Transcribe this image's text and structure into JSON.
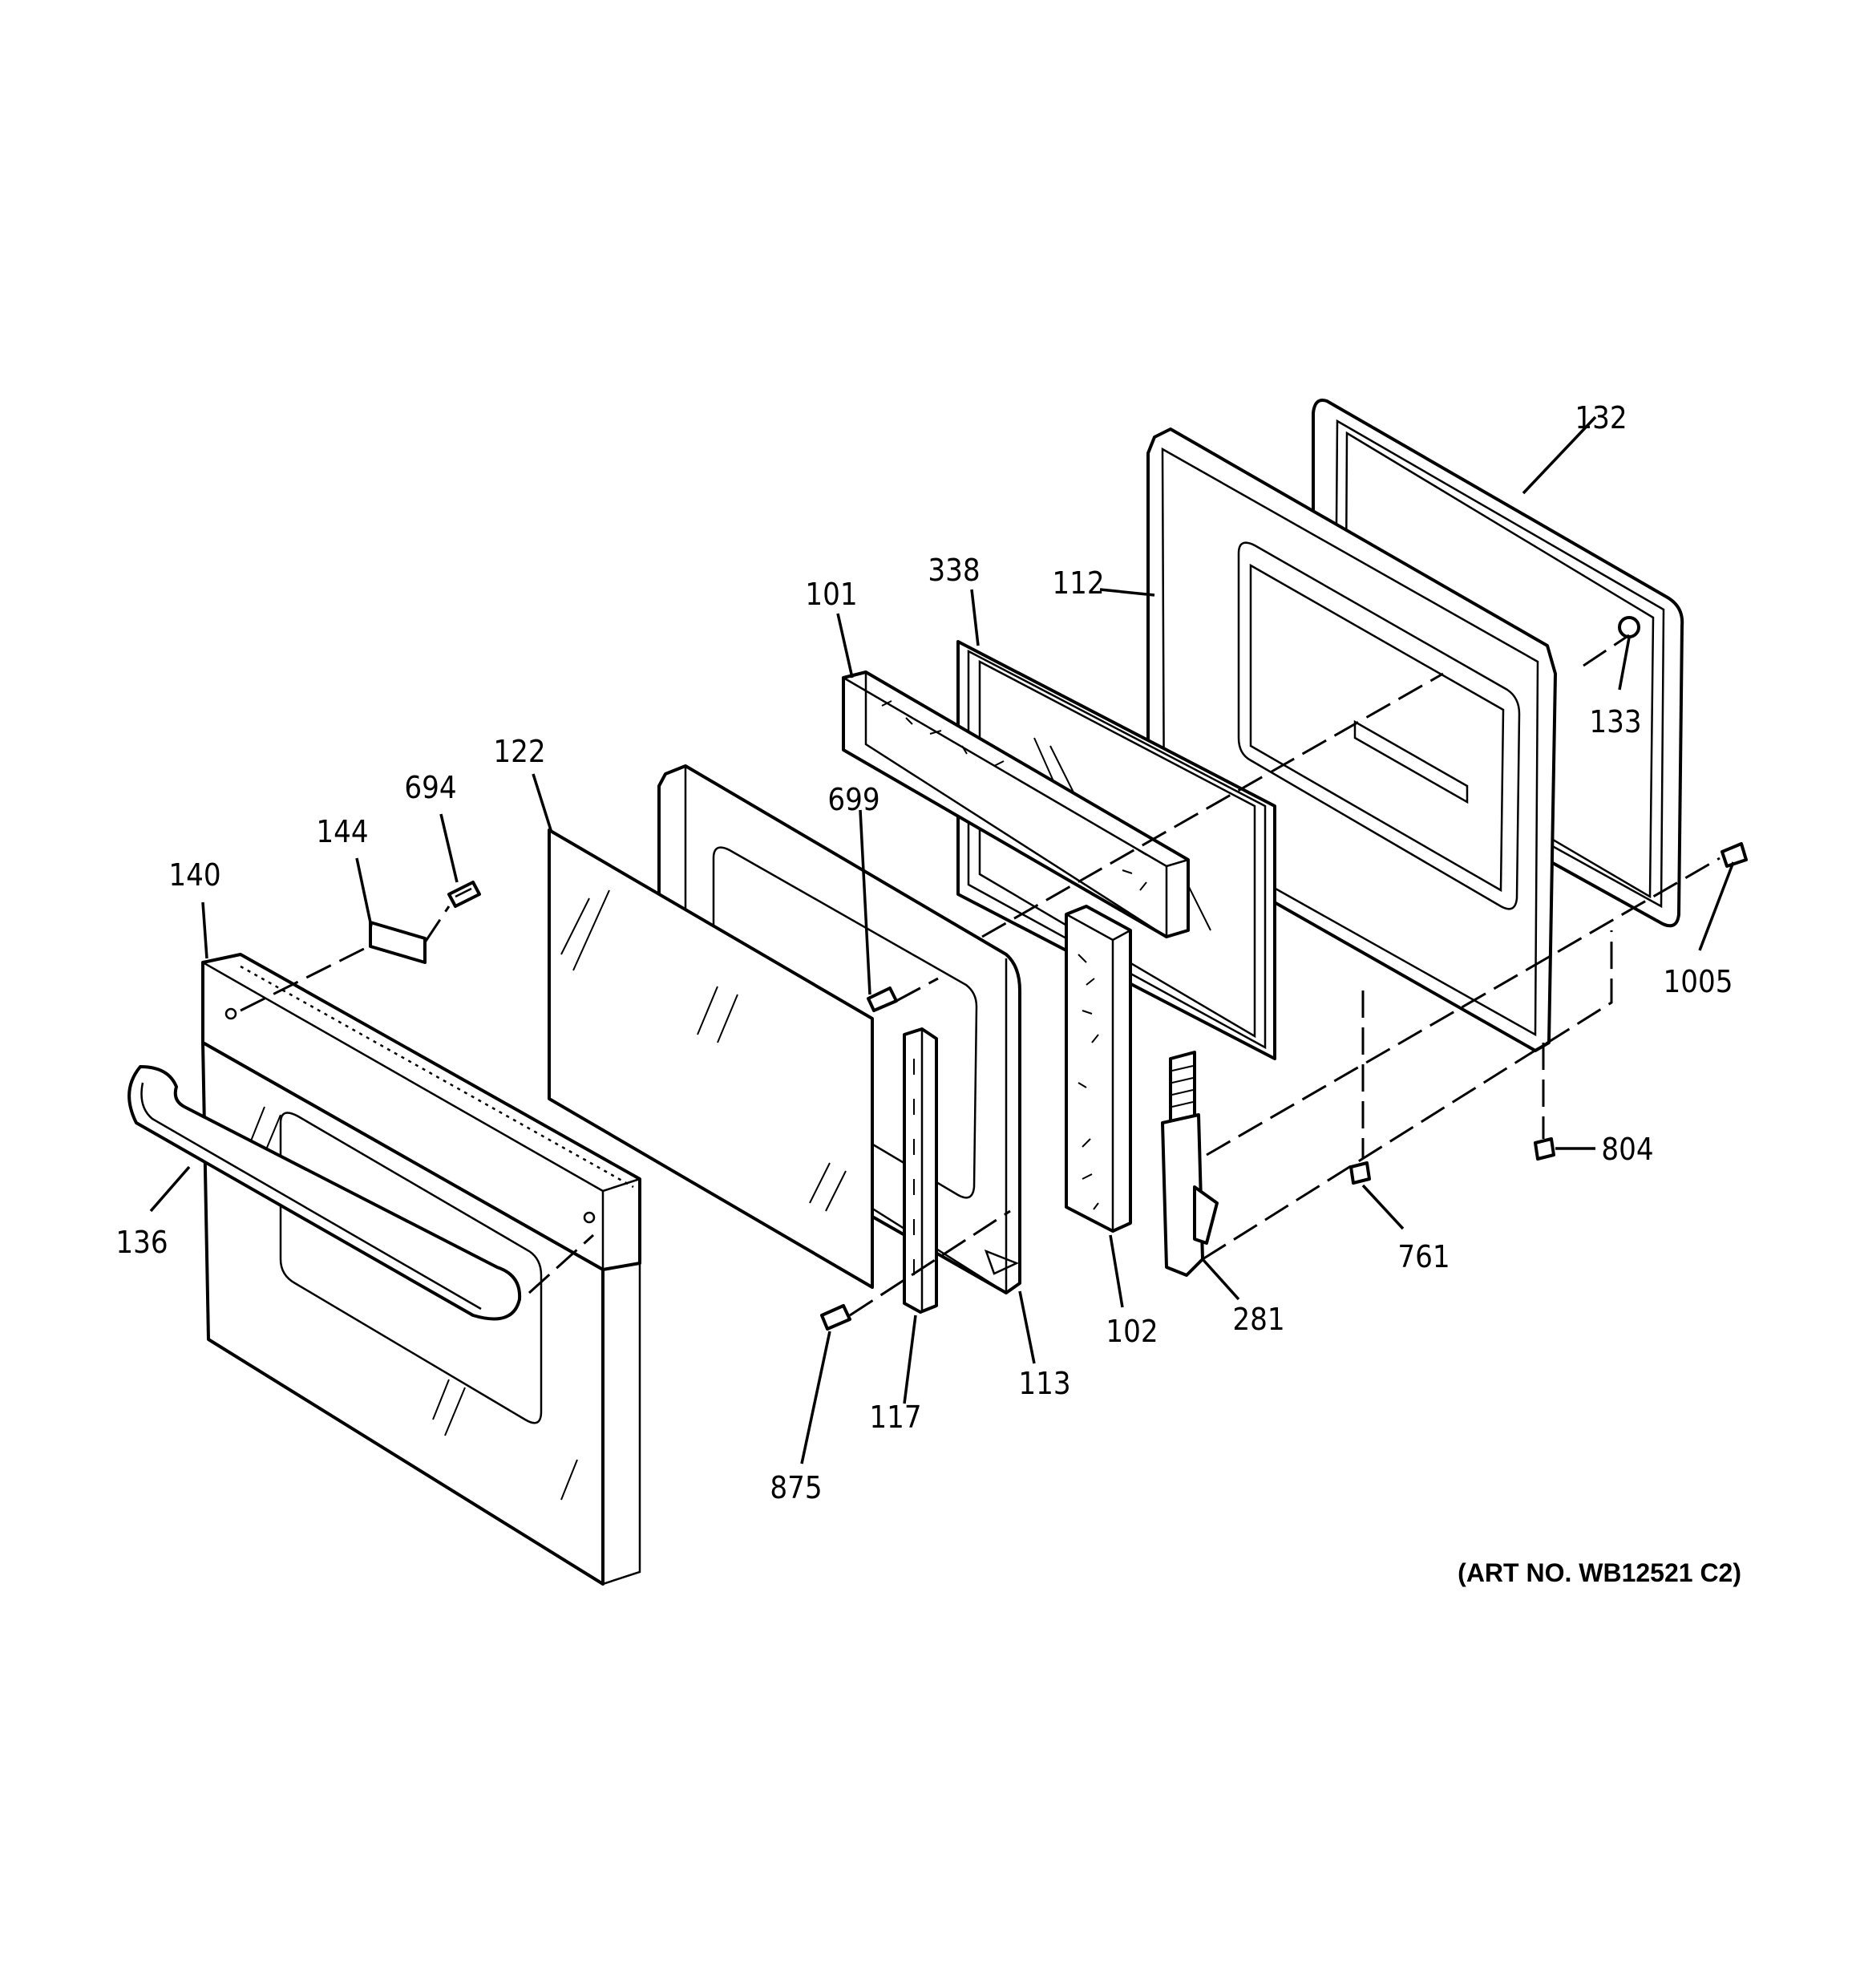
{
  "diagram": {
    "art_number": "(ART NO. WB12521 C2)",
    "parts": [
      {
        "id": "p101",
        "label": "101"
      },
      {
        "id": "p102",
        "label": "102"
      },
      {
        "id": "p112",
        "label": "112"
      },
      {
        "id": "p113",
        "label": "113"
      },
      {
        "id": "p117",
        "label": "117"
      },
      {
        "id": "p122",
        "label": "122"
      },
      {
        "id": "p132",
        "label": "132"
      },
      {
        "id": "p133",
        "label": "133"
      },
      {
        "id": "p136",
        "label": "136"
      },
      {
        "id": "p140",
        "label": "140"
      },
      {
        "id": "p144",
        "label": "144"
      },
      {
        "id": "p281",
        "label": "281"
      },
      {
        "id": "p338",
        "label": "338"
      },
      {
        "id": "p694",
        "label": "694"
      },
      {
        "id": "p699",
        "label": "699"
      },
      {
        "id": "p761",
        "label": "761"
      },
      {
        "id": "p804",
        "label": "804"
      },
      {
        "id": "p875",
        "label": "875"
      },
      {
        "id": "p1005",
        "label": "1005"
      }
    ]
  }
}
